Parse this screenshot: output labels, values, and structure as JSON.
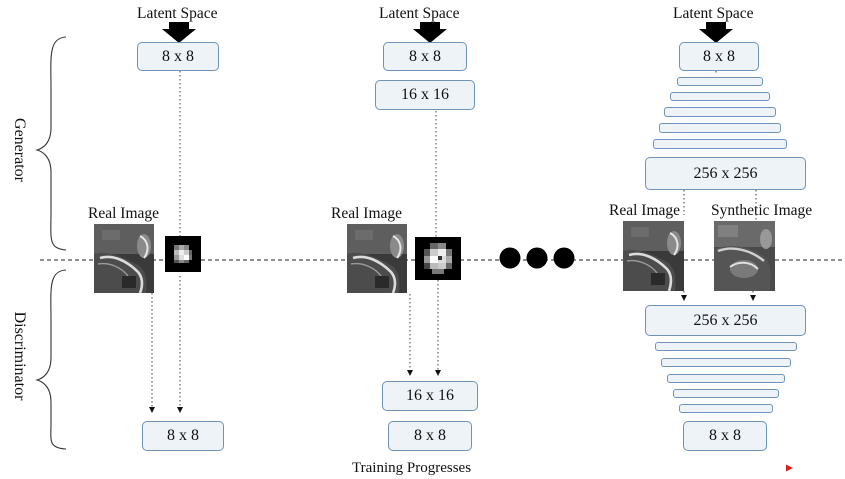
{
  "side_labels": {
    "generator": "Generator",
    "discriminator": "Discriminator"
  },
  "latent_label": "Latent Space",
  "stage1": {
    "gen_boxes": [
      "8 x 8"
    ],
    "disc_boxes": [
      "8 x 8"
    ],
    "real_image_label": "Real Image"
  },
  "stage2": {
    "gen_boxes": [
      "8 x 8",
      "16 x 16"
    ],
    "disc_boxes": [
      "16 x 16",
      "8 x 8"
    ],
    "real_image_label": "Real Image"
  },
  "stage3": {
    "gen_top_box": "8 x 8",
    "gen_bottom_box": "256 x 256",
    "disc_top_box": "256 x 256",
    "disc_bottom_box": "8 x 8",
    "real_image_label": "Real Image",
    "synthetic_image_label": "Synthetic Image"
  },
  "footer": {
    "label": "Training Progresses"
  },
  "colors": {
    "box_fill": "#eef3f8",
    "box_border": "#6f93b8",
    "progress_arrow": "#d42020"
  },
  "icons": [
    "latent-arrow-icon",
    "ellipsis-dots-icon",
    "brace-icon"
  ]
}
